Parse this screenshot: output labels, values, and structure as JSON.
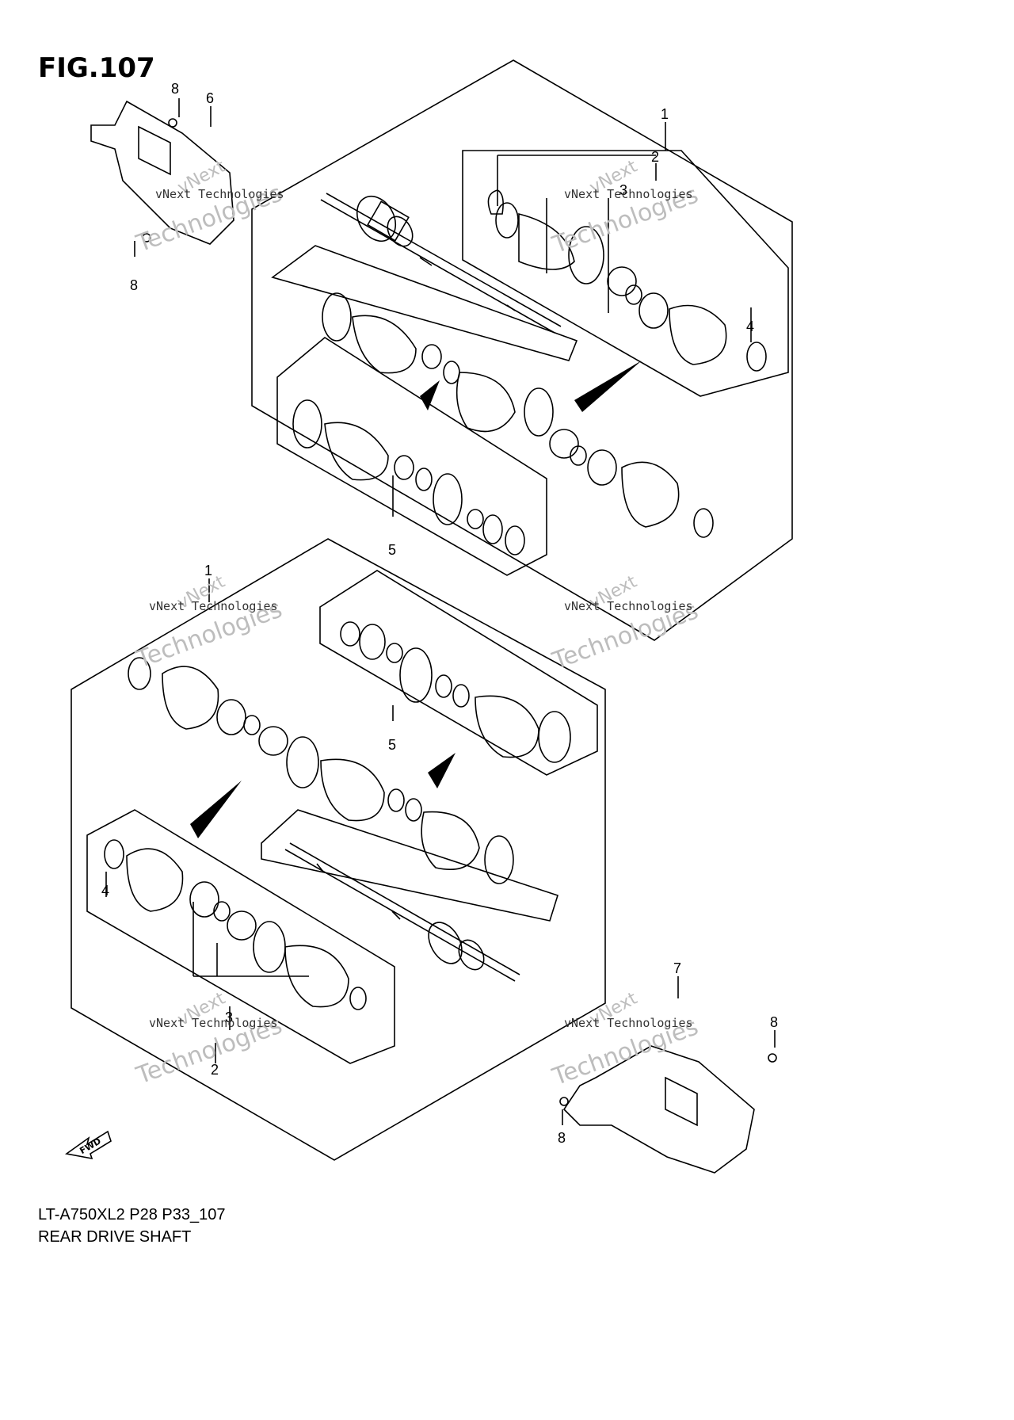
{
  "figure": {
    "title": "FIG.107"
  },
  "footer": {
    "model_code": "LT-A750XL2 P28 P33_107",
    "diagram_name": "REAR DRIVE SHAFT"
  },
  "fwd_label": "FWD",
  "watermark": {
    "line1": "vNext Technologies",
    "big1": "vNext",
    "big2": "Technologies"
  },
  "callouts": [
    {
      "id": "c1a",
      "text": "1"
    },
    {
      "id": "c2a",
      "text": "2"
    },
    {
      "id": "c3a",
      "text": "3"
    },
    {
      "id": "c4a",
      "text": "4"
    },
    {
      "id": "c5a",
      "text": "5"
    },
    {
      "id": "c6",
      "text": "6"
    },
    {
      "id": "c8a",
      "text": "8"
    },
    {
      "id": "c8b",
      "text": "8"
    },
    {
      "id": "c1b",
      "text": "1"
    },
    {
      "id": "c2b",
      "text": "2"
    },
    {
      "id": "c3b",
      "text": "3"
    },
    {
      "id": "c4b",
      "text": "4"
    },
    {
      "id": "c5b",
      "text": "5"
    },
    {
      "id": "c7",
      "text": "7"
    },
    {
      "id": "c8c",
      "text": "8"
    },
    {
      "id": "c8d",
      "text": "8"
    }
  ]
}
